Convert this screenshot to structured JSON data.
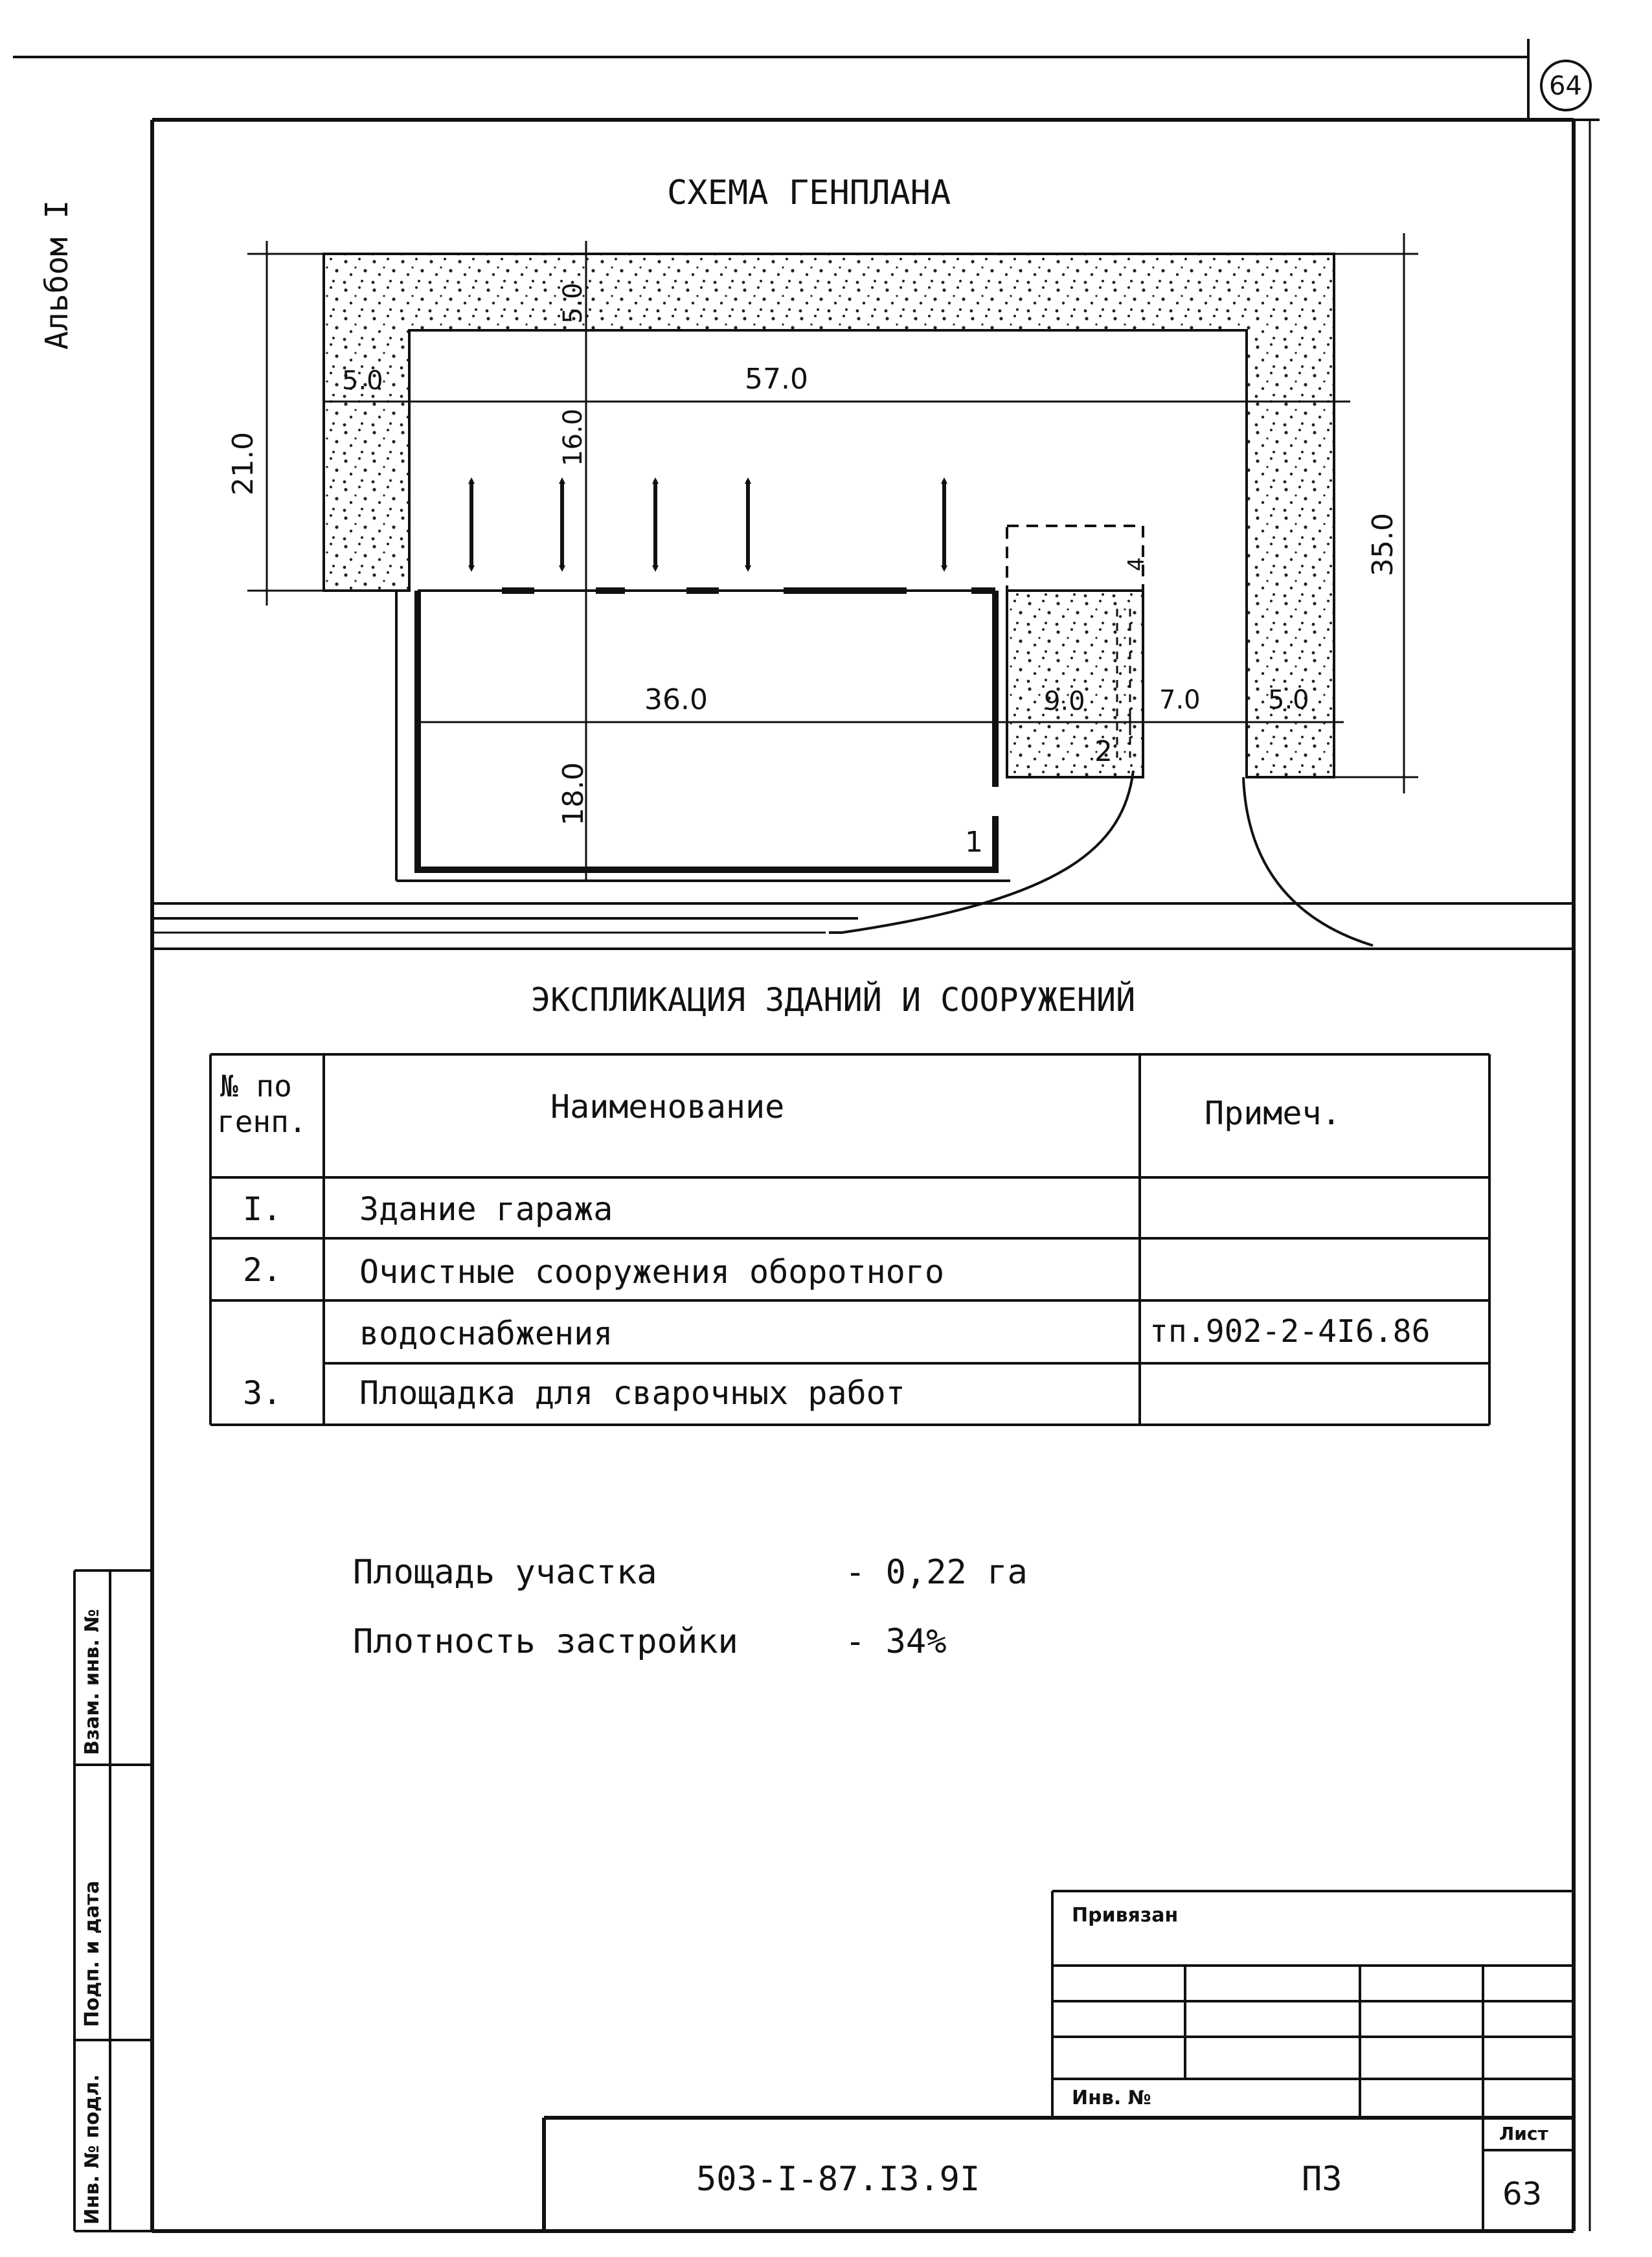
{
  "sheet_badge": "64",
  "album_label": "Альбом I",
  "plan": {
    "title": "СХЕМА ГЕНПЛАНА",
    "dimensions": {
      "top_strip": "5.0",
      "left_strip": "5.0",
      "inner_width": "57.0",
      "overall_height": "21.0",
      "inner_depth": "16.0",
      "right_height": "35.0",
      "building_width": "36.0",
      "building_depth": "18.0",
      "structure_width": "9.0",
      "driveway_width": "7.0",
      "right_strip": "5.0",
      "small_dim": "4"
    },
    "building_labels": {
      "garage": "1",
      "treatment": "2"
    }
  },
  "explication": {
    "title": "ЭКСПЛИКАЦИЯ ЗДАНИЙ И СООРУЖЕНИЙ",
    "headers": {
      "num_line1": "№ по",
      "num_line2": "генп.",
      "name": "Наименование",
      "note": "Примеч."
    },
    "rows": [
      {
        "num": "I.",
        "name": "Здание гаража",
        "note": ""
      },
      {
        "num": "2.",
        "name": "Очистные сооружения оборотного",
        "note": ""
      },
      {
        "num": "",
        "name": "водоснабжения",
        "note": "тп.902-2-4I6.86"
      },
      {
        "num": "3.",
        "name": "Площадка для сварочных работ",
        "note": ""
      }
    ]
  },
  "summary": [
    {
      "label": "Площадь участка",
      "value": "- 0,22 га"
    },
    {
      "label": "Плотность застройки",
      "value": "- 34%"
    }
  ],
  "side_stamp": {
    "vzam": "Взам. инв. №",
    "podp": "Подп. и дата",
    "inv": "Инв. № подл."
  },
  "title_block": {
    "privyazan": "Привязан",
    "inv_no": "Инв. №",
    "code": "503-I-87.I3.9I",
    "section": "ПЗ",
    "sheet_label": "Лист",
    "sheet_number": "63"
  }
}
